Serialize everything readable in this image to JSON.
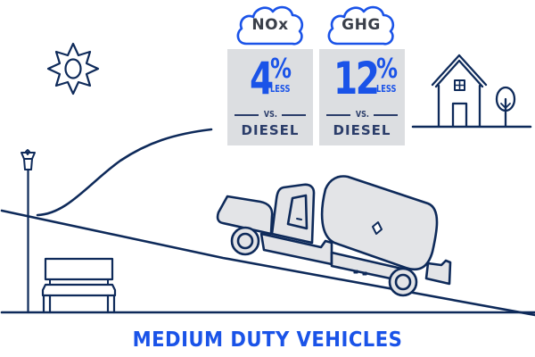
{
  "title": "MEDIUM DUTY VEHICLES",
  "colors": {
    "accent": "#1a53e8",
    "line": "#0e2a5a",
    "box_fill": "#dcdee1",
    "truck_fill": "#e3e4e7",
    "label_dark": "#2b3d6a"
  },
  "stats": [
    {
      "pollutant": "NOx",
      "value": "4",
      "unit": "%",
      "direction": "LESS",
      "comparison": "VS.",
      "baseline": "DIESEL"
    },
    {
      "pollutant": "GHG",
      "value": "12",
      "unit": "%",
      "direction": "LESS",
      "comparison": "VS.",
      "baseline": "DIESEL"
    }
  ],
  "icons": [
    "sun-icon",
    "house-icon",
    "tree-icon",
    "street-lamp-icon",
    "bench-icon",
    "tanker-truck-icon",
    "cloud-icon"
  ]
}
